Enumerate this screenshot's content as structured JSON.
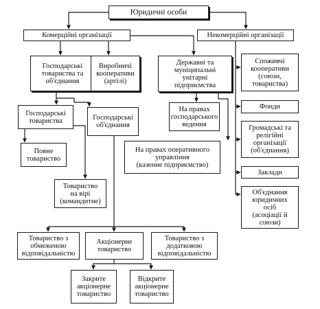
{
  "diagram": {
    "root": "Юридичні особи",
    "commercial": "Комерційні організації",
    "noncommercial": "Некомерційні організації",
    "business_partnerships": "Господарські\nтовариства та\nоб'єднання",
    "cooperatives": "Виробничі\nкооперативи\n(артілі)",
    "state_enterprises": "Державні та\nмуніципальні\nунітарні\nпідприємства",
    "business_companies": "Господарські\nтовариства",
    "business_associations": "Господарські\nоб'єднання",
    "economic_management": "На правах\nгосподарського\nведення",
    "operational_management": "На правах оперативного\nуправління\n(казенне підприємство)",
    "general_partnership": "Повне\nтовариство",
    "limited_partnership": "Товариство\nна вірі\n(командитне)",
    "llc": "Товариство з\nобмеженою\nвідповідальністю",
    "joint_stock": "Акціонерне\nтовариство",
    "additional_liability": "Товариство з\nдодатковою\nвідповідальністю",
    "closed_jsc": "Закрите\nакціонерне\nтовариство",
    "open_jsc": "Відкрите\nакціонерне\nтовариство",
    "consumer_cooperatives": "Споживчі\nкооперативи\n(союзи,\nтовариства)",
    "funds": "Фонди",
    "public_religious": "Громадські та\nрелігійні\nорганізації\n(об'єднання)",
    "institutions": "Заклади",
    "associations": "Об'єднання\nюридичних\nосіб\n(асоціації й\nсоюзи)"
  }
}
